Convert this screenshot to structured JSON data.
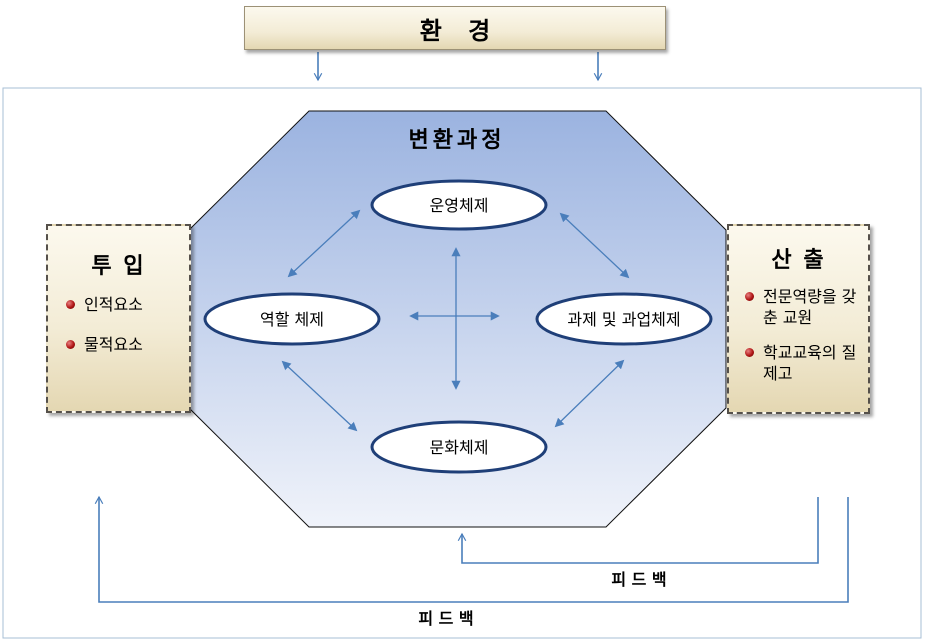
{
  "environment": {
    "title": "환  경"
  },
  "transformation": {
    "title": "변환과정",
    "nodes": {
      "top": "운영체제",
      "left": "역할 체제",
      "right": "과제 및 과업체제",
      "bottom": "문화체제"
    }
  },
  "input": {
    "title": "투 입",
    "items": [
      "인적요소",
      "물적요소"
    ]
  },
  "output": {
    "title": "산 출",
    "items": [
      "전문역량을 갖춘 교원",
      "학교교육의 질 제고"
    ]
  },
  "feedback": {
    "inner_label": "피 드 백",
    "outer_label": "피 드 백"
  },
  "colors": {
    "arrow": "#4a7ebb",
    "frame": "#a7bfd6",
    "octagon_top": "#9bb3e0",
    "octagon_bottom": "#f0f3fa",
    "ellipse_stroke": "#1f3f78",
    "box_dash": "#55504a"
  }
}
